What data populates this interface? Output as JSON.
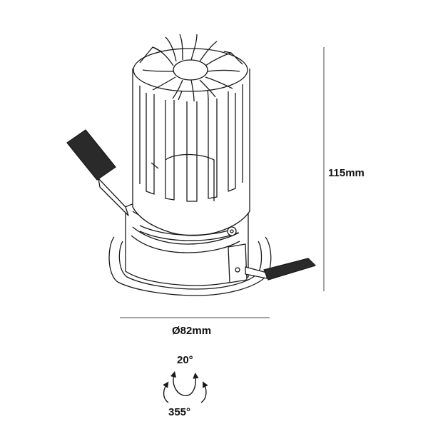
{
  "dimensions": {
    "height_label": "115mm",
    "diameter_label": "Ø82mm",
    "tilt_label": "20°",
    "rotation_label": "355°"
  },
  "colors": {
    "line": "#1a1a1a",
    "fill": "#ffffff",
    "clip": "#2a2a2a",
    "dimension_line": "#444444"
  }
}
